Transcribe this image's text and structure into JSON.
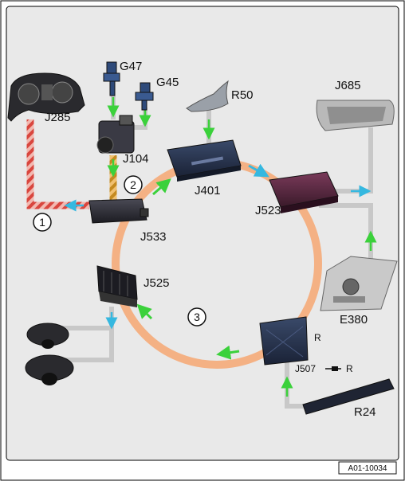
{
  "labels": {
    "g47": "G47",
    "g45": "G45",
    "r50": "R50",
    "j685": "J685",
    "j285": "J285",
    "j104": "J104",
    "j401": "J401",
    "j523": "J523",
    "j533": "J533",
    "j525": "J525",
    "e380": "E380",
    "r_main": "R",
    "j507": "J507",
    "r_small": "R",
    "r24": "R24"
  },
  "callouts": {
    "one": "1",
    "two": "2",
    "three": "3"
  },
  "figure_code": "A01-10034",
  "colors": {
    "ring": "#f4b184",
    "gray_line": "#c8c8c8",
    "arrow_cyan": "#35b8e0",
    "arrow_green": "#3bd13b",
    "red_hatch": "#d9463e",
    "orange_bus": "#e8a13a",
    "background": "#e9e9e9"
  }
}
